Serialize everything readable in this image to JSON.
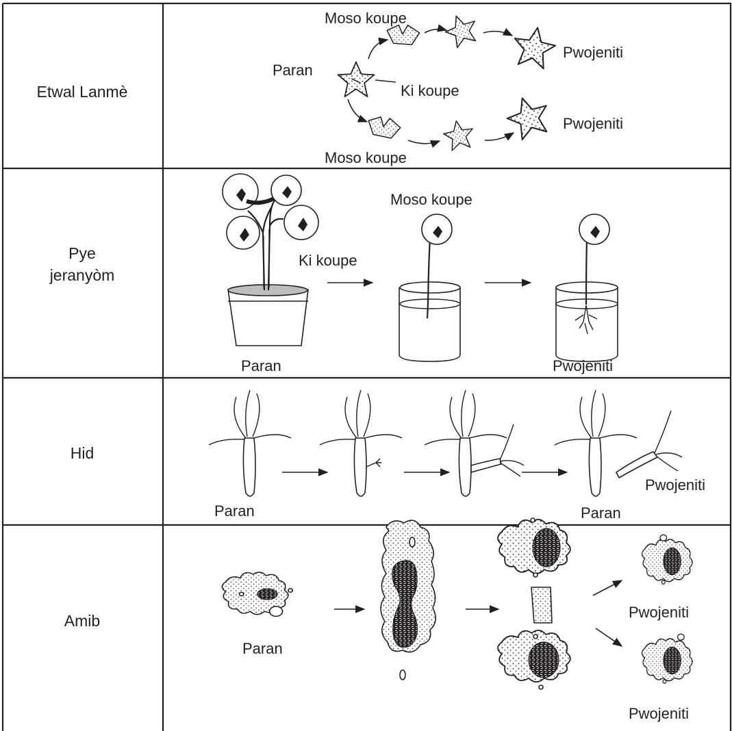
{
  "rows": [
    {
      "organism": "Etwal Lanmè",
      "labels": {
        "parent": "Paran",
        "cut_piece": "Ki koupe",
        "piece_top": "Moso koupe",
        "piece_bottom": "Moso koupe",
        "offspring_top": "Pwojeniti",
        "offspring_bottom": "Pwojeniti"
      }
    },
    {
      "organism": [
        "Pye",
        "jeranyòm"
      ],
      "labels": {
        "cut_piece": "Ki koupe",
        "piece": "Moso koupe",
        "parent": "Paran",
        "offspring": "Pwojeniti"
      }
    },
    {
      "organism": "Hid",
      "labels": {
        "parent_first": "Paran",
        "parent_last": "Paran",
        "offspring": "Pwojeniti"
      }
    },
    {
      "organism": "Amib",
      "labels": {
        "parent": "Paran",
        "offspring_top": "Pwojeniti",
        "offspring_bottom": "Pwojeniti"
      }
    }
  ],
  "colors": {
    "ink": "#231f20",
    "fill": "#ffffff",
    "nucleus": "#3a3536"
  },
  "icons": [
    "starfish-icon",
    "geranium-plant-icon",
    "hydra-icon",
    "amoeba-icon",
    "arrow-icon"
  ]
}
